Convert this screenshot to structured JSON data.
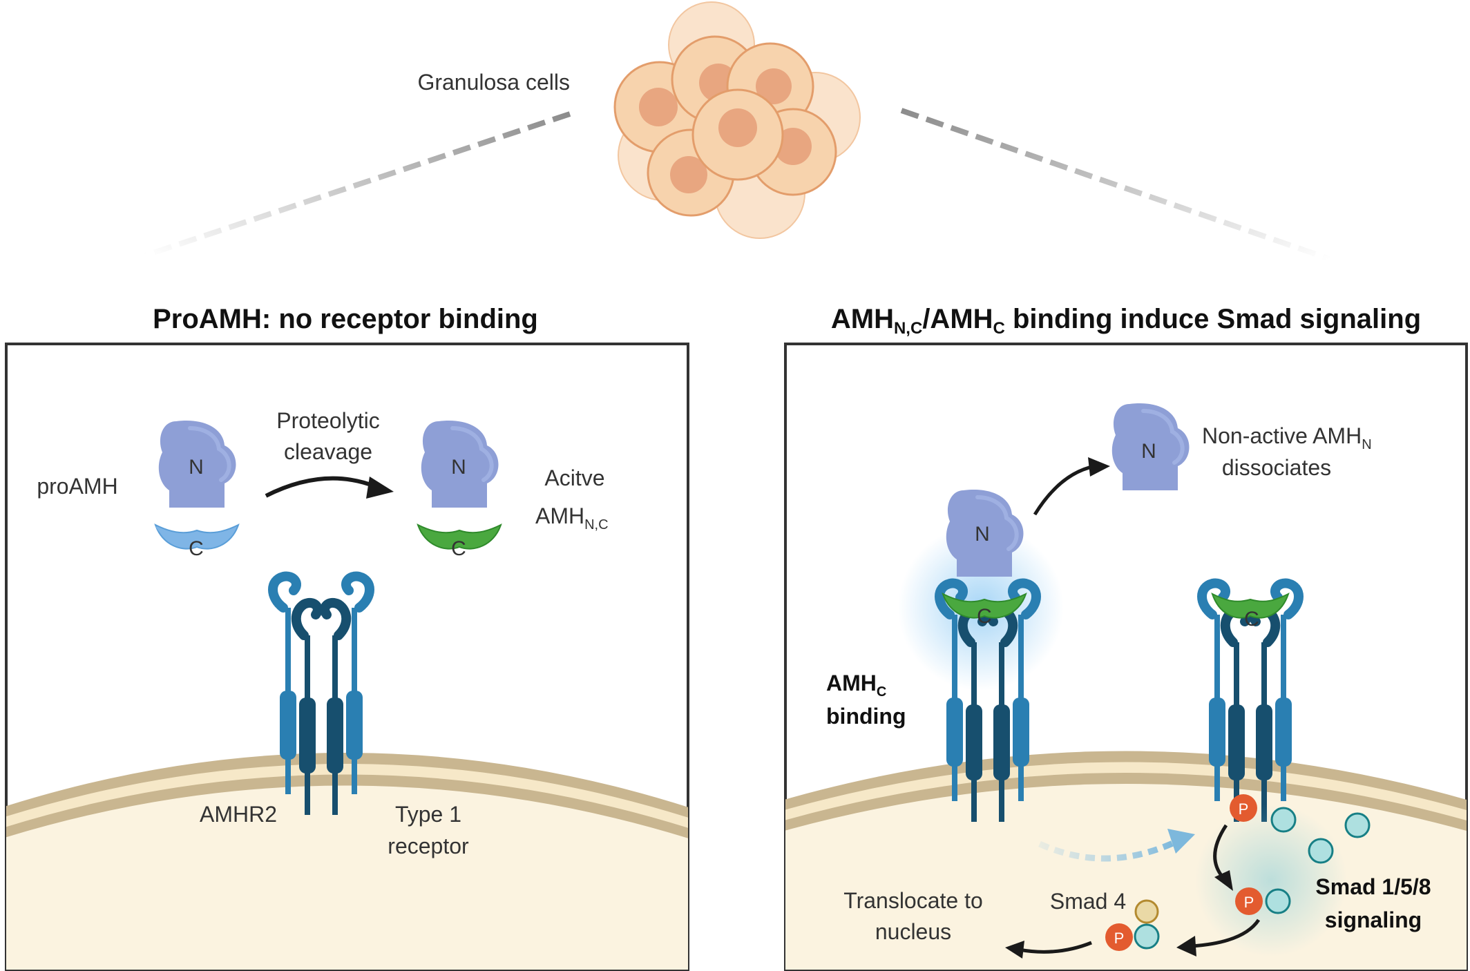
{
  "top": {
    "label": "Granulosa cells"
  },
  "left_panel": {
    "title": "ProAMH: no receptor binding",
    "proamh_label": "proAMH",
    "cleavage_line1": "Proteolytic",
    "cleavage_line2": "cleavage",
    "active_line1": "Acitve",
    "active_line2": "AMH",
    "active_sub": "N,C",
    "n_letter": "N",
    "c_letter": "C",
    "amhr2_label": "AMHR2",
    "type1_line1": "Type 1",
    "type1_line2": "receptor"
  },
  "right_panel": {
    "title_a": "AMH",
    "title_sub1": "N,C",
    "title_b": "/AMH",
    "title_sub2": "C",
    "title_c": " binding induce Smad signaling",
    "dissociate_line1": "Non-active AMH",
    "dissociate_sub": "N",
    "dissociate_line2": "dissociates",
    "amhc_label": "AMH",
    "amhc_sub": "C",
    "binding_label": "binding",
    "smad_line1": "Smad 1/5/8",
    "smad_line2": "signaling",
    "smad4_label": "Smad 4",
    "translocate_line1": "Translocate to",
    "translocate_line2": "nucleus",
    "n_letter": "N",
    "c_letter": "C",
    "p_letter": "P"
  },
  "colors": {
    "cell_fill": "#f7d3ad",
    "cell_nucleus": "#e8a680",
    "domain_n": "#8e9fd6",
    "domain_c_pro": "#7fb5e6",
    "domain_c_active": "#4aa83f",
    "receptor_light": "#2a7fb2",
    "receptor_dark": "#174f6e",
    "membrane": "#c9b690",
    "cytoplasm": "#fbf3e0",
    "phospho": "#e35b2f",
    "smad": "#aee0e0",
    "smad4": "#ead9a6"
  }
}
